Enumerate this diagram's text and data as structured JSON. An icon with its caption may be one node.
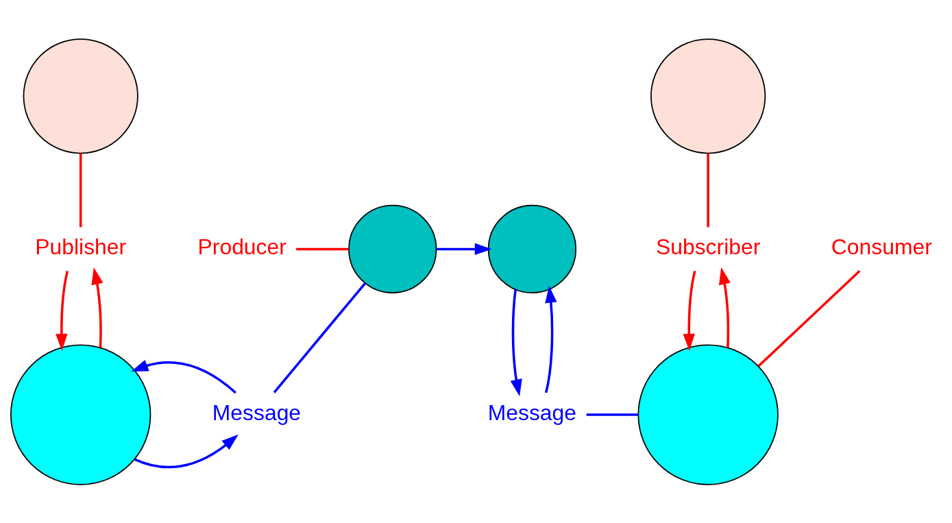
{
  "diagram": {
    "nodes": [
      {
        "text": [],
        "shape": "circle"
      },
      {
        "text": [],
        "shape": "circle"
      },
      {
        "text": [
          "Producer"
        ]
      },
      {
        "text": [
          "Publisher"
        ]
      },
      {
        "text": [
          "Subscriber"
        ]
      },
      {
        "text": [],
        "shape": "circle"
      },
      {
        "text": [],
        "shape": "circle"
      },
      {
        "text": [
          "Message"
        ]
      },
      {
        "text": [
          "Consumer"
        ]
      },
      {
        "text": [],
        "shape": "circle"
      },
      {
        "text": [],
        "shape": "circle"
      },
      {
        "text": [
          "Message"
        ]
      }
    ],
    "edges": [
      {
        "from": 0,
        "to": 3,
        "arrow": "none",
        "color": "#ff0000"
      },
      {
        "from": 9,
        "to": 3,
        "arrow": "to",
        "color": "#ff0000"
      },
      {
        "from": 3,
        "to": 9,
        "arrow": "to",
        "color": "#ff0000"
      },
      {
        "from": 2,
        "to": 5,
        "arrow": "none",
        "color": "#ff0000"
      },
      {
        "from": 5,
        "to": 7,
        "arrow": "none",
        "color": "#0000ff"
      },
      {
        "from": 9,
        "to": 7,
        "arrow": "to",
        "color": "#0000ff"
      },
      {
        "from": 7,
        "to": 9,
        "arrow": "to",
        "color": "#0000ff"
      },
      {
        "from": 5,
        "to": 6,
        "arrow": "to",
        "color": "#0000ff"
      },
      {
        "from": 6,
        "to": 11,
        "arrow": "to",
        "color": "#0000ff"
      },
      {
        "from": 11,
        "to": 6,
        "arrow": "to",
        "color": "#0000ff"
      },
      {
        "from": 11,
        "to": 10,
        "arrow": "none",
        "color": "#0000ff"
      },
      {
        "from": 1,
        "to": 4,
        "arrow": "none",
        "color": "#ff0000"
      },
      {
        "from": 4,
        "to": 10,
        "arrow": "to",
        "color": "#ff0000"
      },
      {
        "from": 10,
        "to": 4,
        "arrow": "to",
        "color": "#ff0000"
      },
      {
        "from": 8,
        "to": 10,
        "arrow": "none",
        "color": "#ff0000"
      }
    ]
  }
}
